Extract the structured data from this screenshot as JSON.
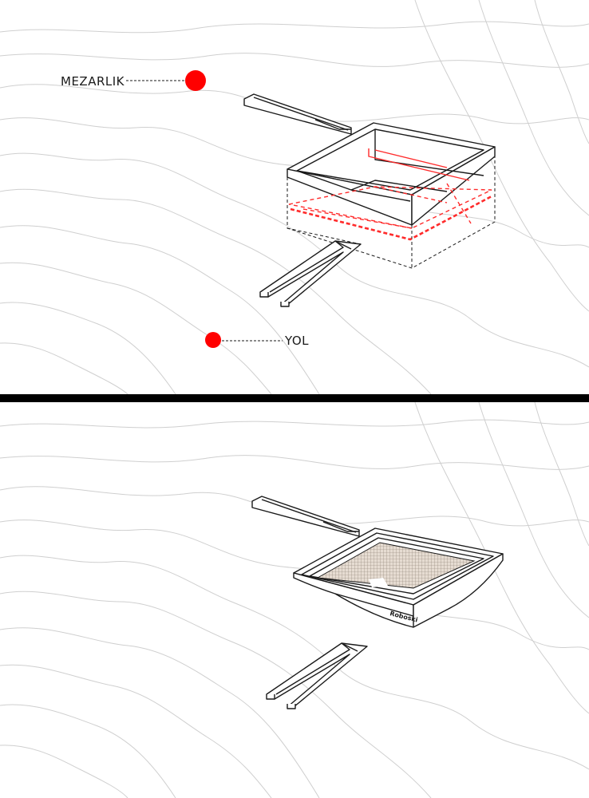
{
  "labels": {
    "cemetery": "MEZARLIK",
    "road": "YOL",
    "brand": "Roboski"
  },
  "colors": {
    "marker": "#ff0000",
    "highlight": "#ff2b2b",
    "contour": "#cfcfcf",
    "divider": "#000000"
  }
}
